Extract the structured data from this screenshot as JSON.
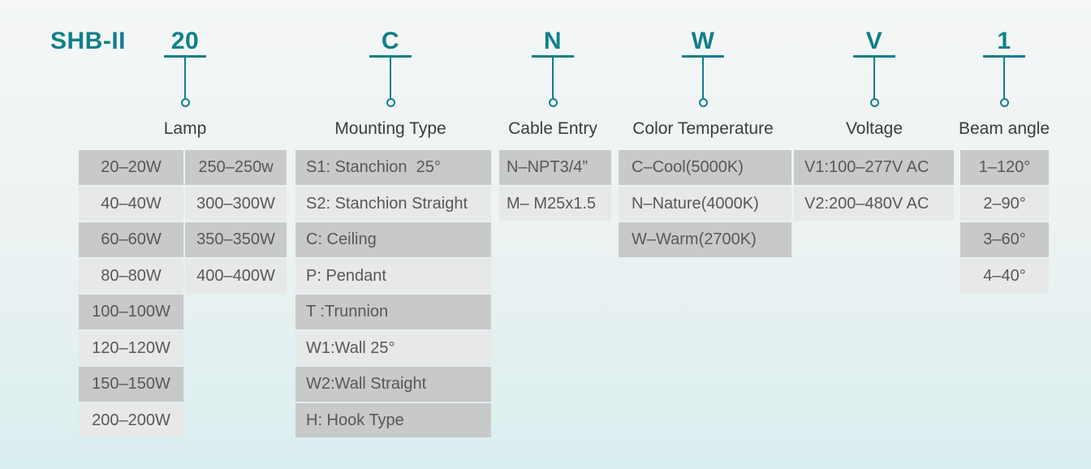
{
  "model": {
    "prefix": "SHB-II"
  },
  "colors": {
    "accent_teal": "#0f7f8b",
    "row_dark": "#c8c9c9",
    "row_light": "#e7e8e8"
  },
  "groups": [
    {
      "code": "20",
      "label": "Lamp",
      "options_col1": [
        {
          "text": "20–20W",
          "shade": "dark"
        },
        {
          "text": "40–40W",
          "shade": "light"
        },
        {
          "text": "60–60W",
          "shade": "dark"
        },
        {
          "text": "80–80W",
          "shade": "light"
        },
        {
          "text": "100–100W",
          "shade": "dark"
        },
        {
          "text": "120–120W",
          "shade": "light"
        },
        {
          "text": "150–150W",
          "shade": "dark"
        },
        {
          "text": "200–200W",
          "shade": "light"
        }
      ],
      "options_col2": [
        {
          "text": "250–250w",
          "shade": "dark"
        },
        {
          "text": "300–300W",
          "shade": "light"
        },
        {
          "text": "350–350W",
          "shade": "dark"
        },
        {
          "text": "400–400W",
          "shade": "light"
        }
      ]
    },
    {
      "code": "C",
      "label": "Mounting Type",
      "options": [
        {
          "text": "S1: Stanchion  25°",
          "shade": "dark"
        },
        {
          "text": "S2: Stanchion Straight",
          "shade": "light"
        },
        {
          "text": "C: Ceiling",
          "shade": "dark"
        },
        {
          "text": "P: Pendant",
          "shade": "light"
        },
        {
          "text": "T :Trunnion",
          "shade": "dark"
        },
        {
          "text": "W1:Wall 25°",
          "shade": "light"
        },
        {
          "text": "W2:Wall Straight",
          "shade": "dark"
        },
        {
          "text": "H: Hook Type",
          "shade": "dark"
        }
      ]
    },
    {
      "code": "N",
      "label": "Cable Entry",
      "options": [
        {
          "text": "N–NPT3/4”",
          "shade": "dark"
        },
        {
          "text": "M– M25x1.5",
          "shade": "light"
        }
      ]
    },
    {
      "code": "W",
      "label": "Color Temperature",
      "options": [
        {
          "text": "C–Cool(5000K)",
          "shade": "dark"
        },
        {
          "text": "N–Nature(4000K)",
          "shade": "light"
        },
        {
          "text": "W–Warm(2700K)",
          "shade": "dark"
        }
      ]
    },
    {
      "code": "V",
      "label": "Voltage",
      "options": [
        {
          "text": "V1:100–277V AC",
          "shade": "dark"
        },
        {
          "text": "V2:200–480V AC",
          "shade": "light"
        }
      ]
    },
    {
      "code": "1",
      "label": "Beam angle",
      "options": [
        {
          "text": "1–120°",
          "shade": "dark"
        },
        {
          "text": "2–90°",
          "shade": "light"
        },
        {
          "text": "3–60°",
          "shade": "dark"
        },
        {
          "text": "4–40°",
          "shade": "light"
        }
      ]
    }
  ]
}
